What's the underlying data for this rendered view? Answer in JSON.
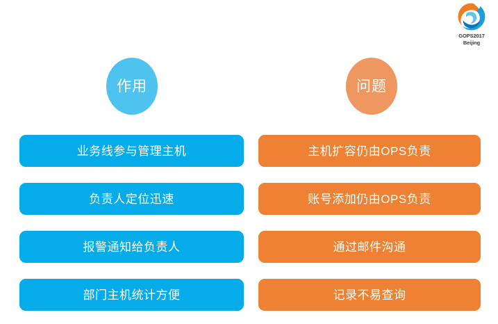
{
  "logo": {
    "name": "gops-logo",
    "line1": "GOPS2017",
    "line2": "Beijing",
    "colors": {
      "orange": "#ef7d22",
      "blue": "#1b9fd8",
      "light_blue": "#5bc5ef",
      "deep_blue": "#0d74b8"
    }
  },
  "columns": [
    {
      "id": "benefits",
      "header": "作用",
      "accent": "#05ace9",
      "header_accent": "#4ec3ef",
      "items": [
        "业务线参与管理主机",
        "负责人定位迅速",
        "报警通知给负责人",
        "部门主机统计方便"
      ]
    },
    {
      "id": "problems",
      "header": "问题",
      "accent": "#ee8133",
      "header_accent": "#ef9760",
      "items": [
        "主机扩容仍由OPS负责",
        "账号添加仍由OPS负责",
        "通过邮件沟通",
        "记录不易查询"
      ]
    }
  ]
}
